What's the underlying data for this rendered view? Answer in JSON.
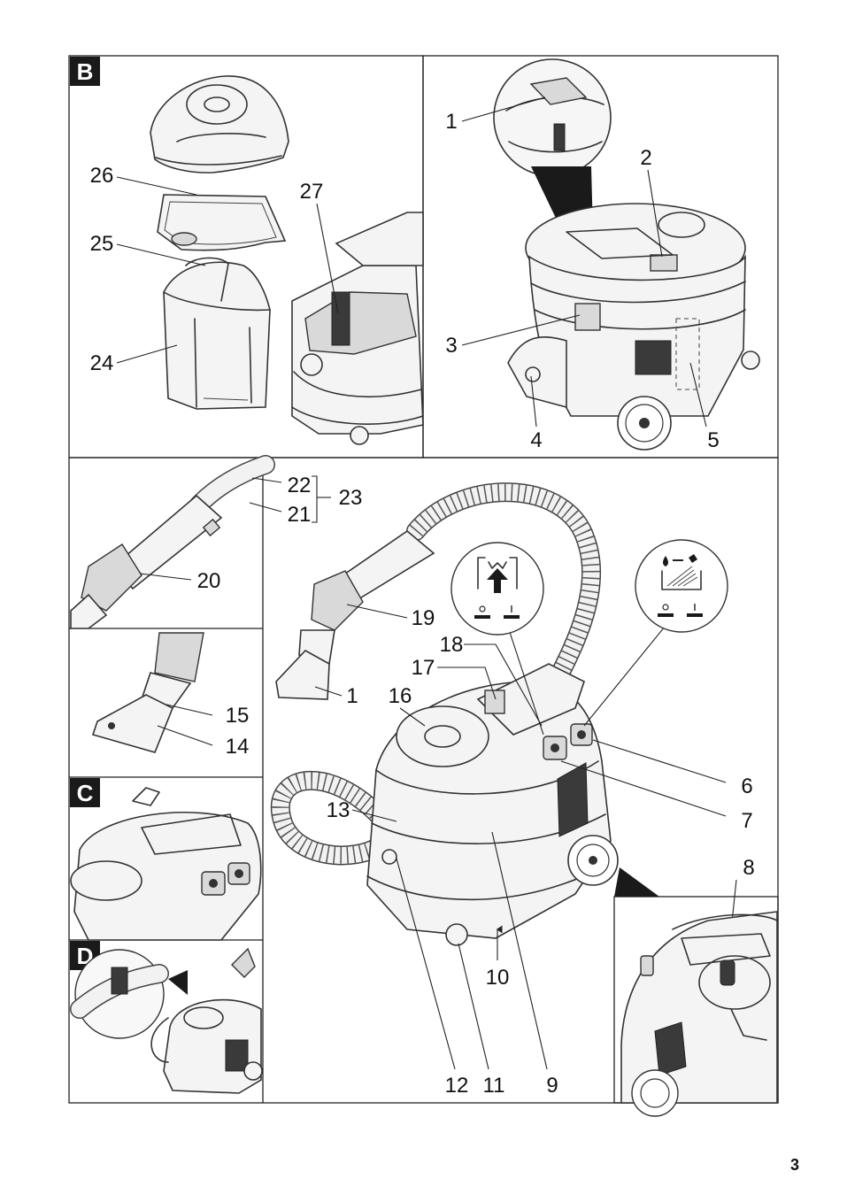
{
  "page_number": "3",
  "panel_letters": {
    "b": "B",
    "c": "C",
    "d": "D"
  },
  "callouts": {
    "c1": "1",
    "c2": "2",
    "c3": "3",
    "c4": "4",
    "c5": "5",
    "c6": "6",
    "c7": "7",
    "c8": "8",
    "c9": "9",
    "c10": "10",
    "c11": "11",
    "c12": "12",
    "c13": "13",
    "c14": "14",
    "c15": "15",
    "c16": "16",
    "c17": "17",
    "c18": "18",
    "c19": "19",
    "c20": "20",
    "c21": "21",
    "c22": "22",
    "c23": "23",
    "c24": "24",
    "c25": "25",
    "c26": "26",
    "c27": "27",
    "c1b": "1"
  },
  "icon_names": {
    "vacuum_mode": "vacuum-mode-icon",
    "spray_mode": "spray-extraction-mode-icon",
    "switch_off": "switch-off-symbol",
    "switch_on": "switch-on-symbol"
  },
  "colors": {
    "line": "#333333",
    "letter_badge": "#1a1a1a",
    "background": "#ffffff"
  }
}
